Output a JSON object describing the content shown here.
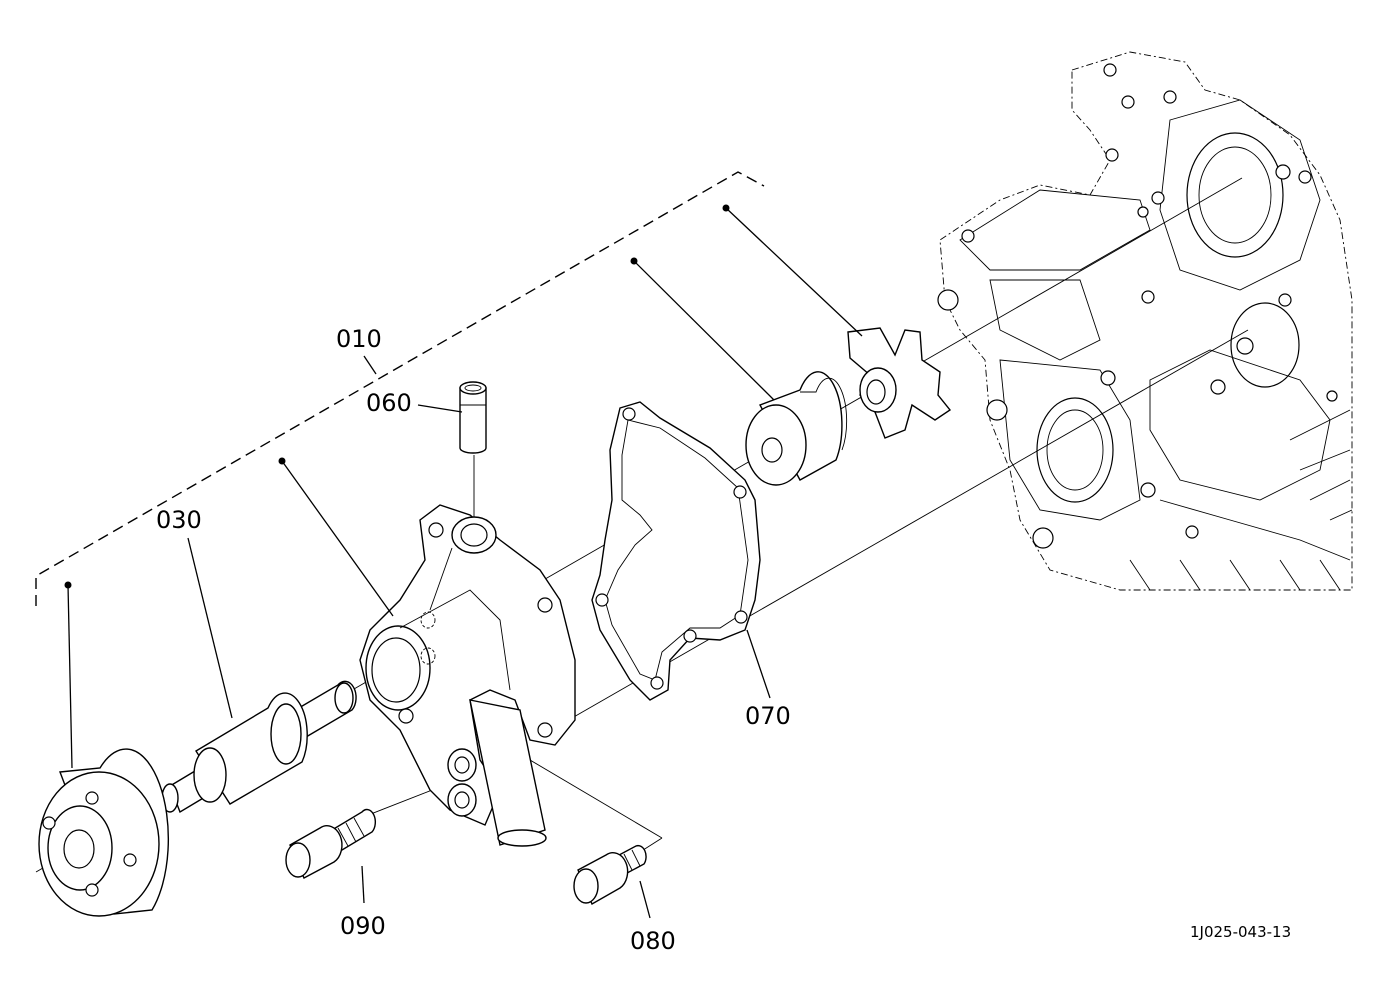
{
  "diagram": {
    "callouts": [
      {
        "id": "010",
        "label": "010"
      },
      {
        "id": "060",
        "label": "060"
      },
      {
        "id": "030",
        "label": "030"
      },
      {
        "id": "070",
        "label": "070"
      },
      {
        "id": "090",
        "label": "090"
      },
      {
        "id": "080",
        "label": "080"
      }
    ],
    "figure_ref": "1J025-043-13",
    "line_color": "#000000",
    "background": "#ffffff"
  }
}
